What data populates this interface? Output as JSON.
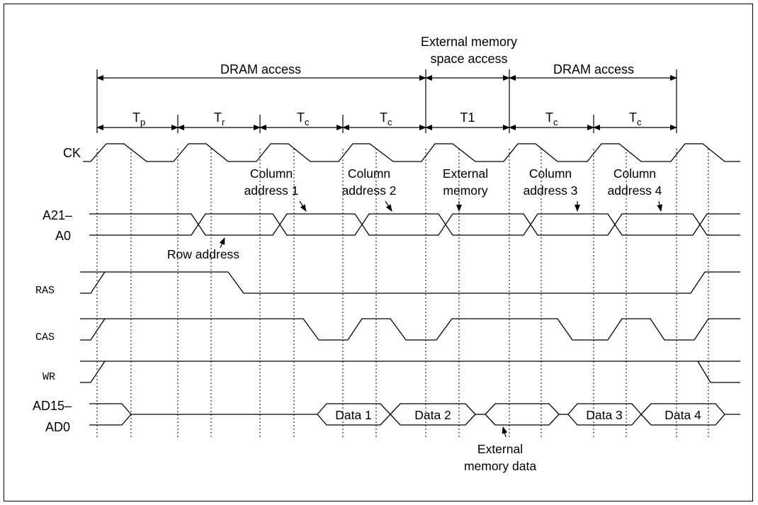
{
  "periods": {
    "labels": [
      {
        "main": "T",
        "sub": "p"
      },
      {
        "main": "T",
        "sub": "r"
      },
      {
        "main": "T",
        "sub": "c"
      },
      {
        "main": "T",
        "sub": "c"
      },
      {
        "main": "T1",
        "sub": ""
      },
      {
        "main": "T",
        "sub": "c"
      },
      {
        "main": "T",
        "sub": "c"
      }
    ]
  },
  "access_ranges": {
    "dram_access_1": "DRAM access",
    "external_line1": "External memory",
    "external_line2": "space access",
    "dram_access_2": "DRAM access"
  },
  "signals": {
    "ck": "CK",
    "addr_line1": "A21–",
    "addr_line2": "A0",
    "ras": "RAS",
    "cas": "CAS",
    "wr": "WR",
    "data_line1": "AD15–",
    "data_line2": "AD0"
  },
  "address_annotations": {
    "col1_line1": "Column",
    "col1_line2": "address 1",
    "col2_line1": "Column",
    "col2_line2": "address 2",
    "ext_line1": "External",
    "ext_line2": "memory",
    "col3_line1": "Column",
    "col3_line2": "address 3",
    "col4_line1": "Column",
    "col4_line2": "address 4",
    "row": "Row address"
  },
  "data_boxes": {
    "d1": "Data 1",
    "d2": "Data 2",
    "d3": "Data 3",
    "d4": "Data 4"
  },
  "data_annotation": {
    "line1": "External",
    "line2": "memory data"
  }
}
